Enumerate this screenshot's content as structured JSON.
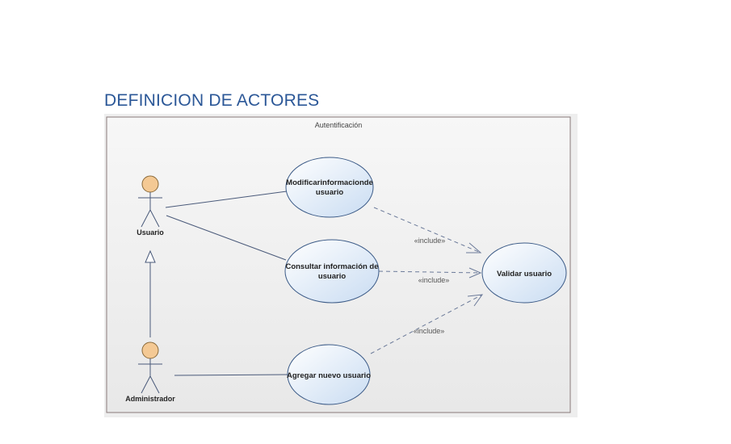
{
  "page": {
    "heading": "DEFINICION DE ACTORES"
  },
  "diagram": {
    "boundary_title": "Autentificación",
    "actors": [
      {
        "id": "usuario",
        "label": "Usuario"
      },
      {
        "id": "administrador",
        "label": "Administrador"
      }
    ],
    "use_cases": [
      {
        "id": "modificar",
        "lines": [
          "Modificarinformacionde",
          "usuario"
        ]
      },
      {
        "id": "consultar",
        "lines": [
          "Consultar información de",
          "usuario"
        ]
      },
      {
        "id": "agregar",
        "lines": [
          "Agregar nuevo usuario"
        ]
      },
      {
        "id": "validar",
        "lines": [
          "Validar usuario"
        ]
      }
    ],
    "include_label": "«include»",
    "relations": [
      {
        "type": "association",
        "from": "usuario",
        "to": "modificar"
      },
      {
        "type": "association",
        "from": "usuario",
        "to": "consultar"
      },
      {
        "type": "association",
        "from": "administrador",
        "to": "agregar"
      },
      {
        "type": "generalization",
        "from": "administrador",
        "to": "usuario"
      },
      {
        "type": "include",
        "from": "modificar",
        "to": "validar"
      },
      {
        "type": "include",
        "from": "consultar",
        "to": "validar"
      },
      {
        "type": "include",
        "from": "agregar",
        "to": "validar"
      }
    ],
    "colors": {
      "heading": "#2b5797",
      "use_case_fill_light": "#ffffff",
      "use_case_fill_dark": "#c9dcf2",
      "use_case_stroke": "#3c5b87",
      "actor_head": "#f4c994",
      "line": "#4a5a7a"
    }
  }
}
